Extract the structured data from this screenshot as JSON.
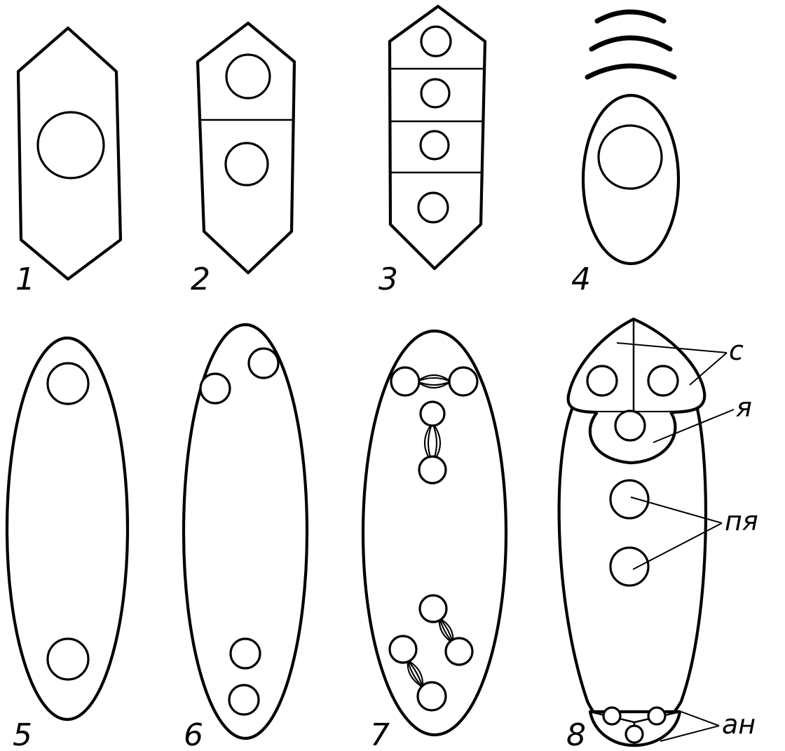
{
  "stage_numbers": [
    "1",
    "2",
    "3",
    "4",
    "5",
    "6",
    "7",
    "8"
  ],
  "labels": {
    "synergids": "с",
    "egg_cell": "я",
    "polar_nuclei": "пя",
    "antipodals": "ан"
  },
  "colors": {
    "ink": "#000000",
    "background": "#ffffff"
  }
}
